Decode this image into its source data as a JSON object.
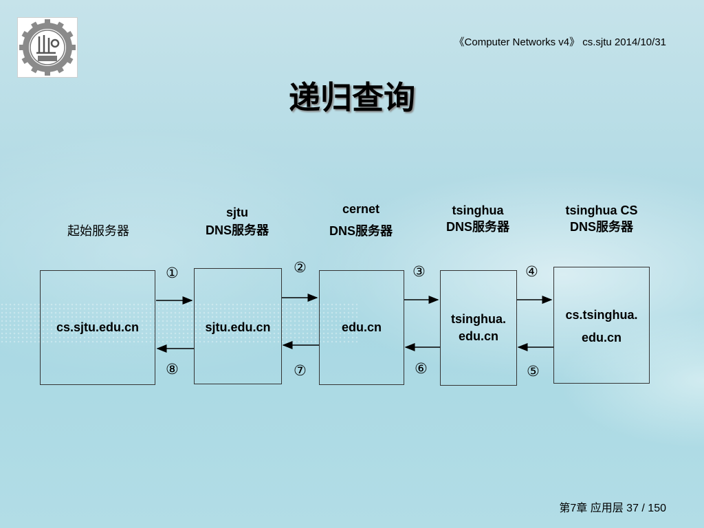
{
  "header": {
    "text": "《Computer Networks v4》 cs.sjtu  2014/10/31"
  },
  "title": "递归查询",
  "server_labels": [
    {
      "line1": "起始服务器",
      "line2": ""
    },
    {
      "line1": "sjtu",
      "line2": "DNS服务器"
    },
    {
      "line1": "cernet",
      "line2": "DNS服务器"
    },
    {
      "line1": "tsinghua",
      "line2": "DNS服务器"
    },
    {
      "line1": "tsinghua CS",
      "line2": "DNS服务器"
    }
  ],
  "boxes": [
    {
      "line1": "cs.sjtu.edu.cn",
      "line2": ""
    },
    {
      "line1": "sjtu.edu.cn",
      "line2": ""
    },
    {
      "line1": "edu.cn",
      "line2": ""
    },
    {
      "line1": "tsinghua.",
      "line2": "edu.cn"
    },
    {
      "line1": "cs.tsinghua.",
      "line2": "edu.cn"
    }
  ],
  "steps": {
    "s1": "①",
    "s2": "②",
    "s3": "③",
    "s4": "④",
    "s5": "⑤",
    "s6": "⑥",
    "s7": "⑦",
    "s8": "⑧"
  },
  "footer": {
    "text": "第7章 应用层 37 / 150"
  }
}
